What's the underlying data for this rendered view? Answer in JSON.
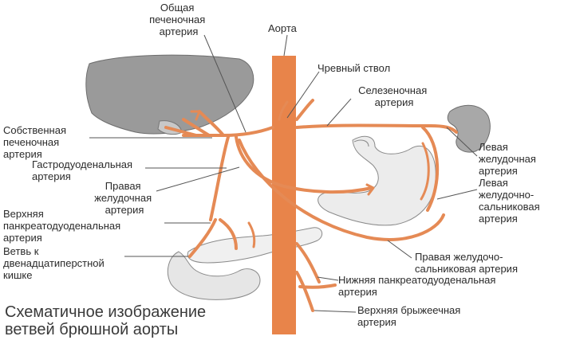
{
  "labels": {
    "common_hepatic": [
      "Общая",
      "печеночная",
      "артерия"
    ],
    "aorta": "Аорта",
    "celiac_trunk": "Чревный ствол",
    "splenic": [
      "Селезеночная",
      "артерия"
    ],
    "proper_hepatic": [
      "Собственная",
      "печеночная",
      "артерия"
    ],
    "gastroduodenal": [
      "Гастродуоденальная",
      "артерия"
    ],
    "right_gastric": [
      "Правая",
      "желудочная",
      "артерия"
    ],
    "left_gastric": [
      "Левая",
      "желудочная",
      "артерия"
    ],
    "left_gastroepiploic": [
      "Левая",
      "желудочно-",
      "сальниковая",
      "артерия"
    ],
    "superior_pancreaticoduodenal": [
      "Верхняя",
      "панкреатодуоденальная",
      "артерия"
    ],
    "duodenal_branch": [
      "Ветвь к",
      "двенадцатиперстной",
      "кишке"
    ],
    "right_gastroepiploic": [
      "Правая желудочо-",
      "сальниковая артерия"
    ],
    "inferior_pancreaticoduodenal": [
      "Нижняя панкреатодуоденальная",
      "артерия"
    ],
    "superior_mesenteric": [
      "Верхняя брыжеечная",
      "артерия"
    ]
  },
  "caption": [
    "Схематичное изображение",
    "ветвей брюшной аорты"
  ],
  "colors": {
    "artery": "#e58a55",
    "aorta": "#e8844a",
    "liver": "#9a9a9a",
    "spleen": "#a8a8a8",
    "stomach": "#ececec",
    "pancreas": "#f0f0f0"
  }
}
